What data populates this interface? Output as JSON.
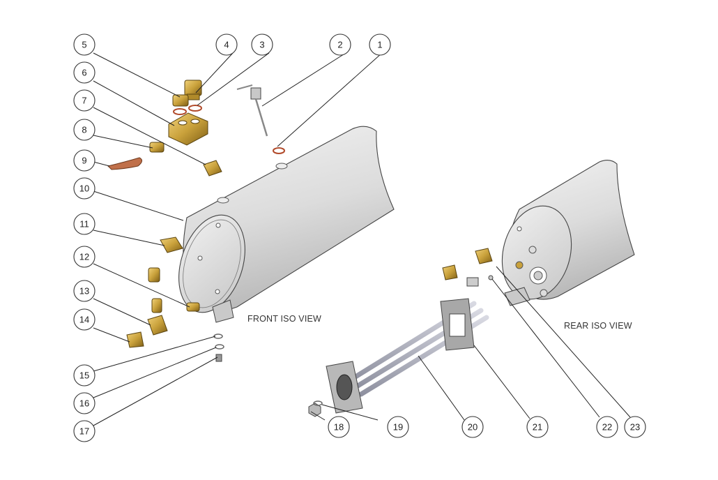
{
  "views": {
    "front_label": "FRONT ISO VIEW",
    "rear_label": "REAR ISO VIEW"
  },
  "balloons": [
    "1",
    "2",
    "3",
    "4",
    "5",
    "6",
    "7",
    "8",
    "9",
    "10",
    "11",
    "12",
    "13",
    "14",
    "15",
    "16",
    "17",
    "18",
    "19",
    "20",
    "21",
    "22",
    "23"
  ],
  "colors": {
    "tank_body": "#d9d9d9",
    "tank_shadow": "#b5b5b5",
    "brass": "#c9a13b",
    "brass_dark": "#8a6a1c",
    "copper": "#c0704a",
    "steel": "#a7a9b5",
    "gasket": "#b0b0b0",
    "line": "#222222"
  }
}
